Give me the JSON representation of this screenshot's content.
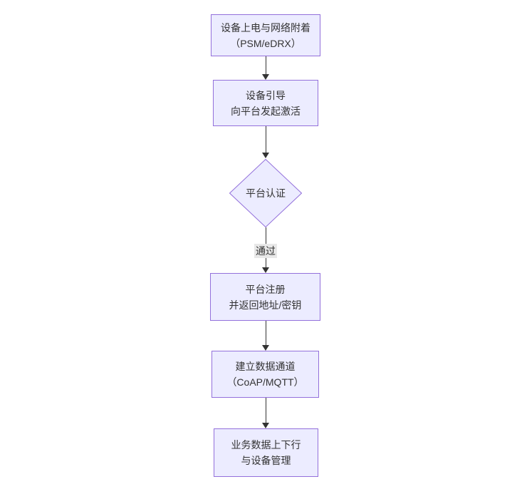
{
  "diagram": {
    "type": "flowchart",
    "direction": "top-down",
    "nodes": [
      {
        "id": "power-on",
        "shape": "rect",
        "lines": [
          "设备上电与网络附着",
          "（PSM/eDRX）"
        ]
      },
      {
        "id": "bootstrap",
        "shape": "rect",
        "lines": [
          "设备引导",
          "向平台发起激活"
        ]
      },
      {
        "id": "platform-auth",
        "shape": "diamond",
        "lines": [
          "平台认证"
        ]
      },
      {
        "id": "register",
        "shape": "rect",
        "lines": [
          "平台注册",
          "并返回地址/密钥"
        ]
      },
      {
        "id": "data-channel",
        "shape": "rect",
        "lines": [
          "建立数据通道",
          "（CoAP/MQTT）"
        ]
      },
      {
        "id": "business-data",
        "shape": "rect",
        "lines": [
          "业务数据上下行",
          "与设备管理"
        ]
      }
    ],
    "edges": [
      {
        "from": "power-on",
        "to": "bootstrap",
        "label": ""
      },
      {
        "from": "bootstrap",
        "to": "platform-auth",
        "label": ""
      },
      {
        "from": "platform-auth",
        "to": "register",
        "label": "通过"
      },
      {
        "from": "register",
        "to": "data-channel",
        "label": ""
      },
      {
        "from": "data-channel",
        "to": "business-data",
        "label": ""
      }
    ],
    "colors": {
      "node_fill": "#ECECFF",
      "node_border": "#9370DB",
      "edge_line": "#333333",
      "text": "#333333",
      "edge_label_bg": "#e8e8e8"
    }
  }
}
